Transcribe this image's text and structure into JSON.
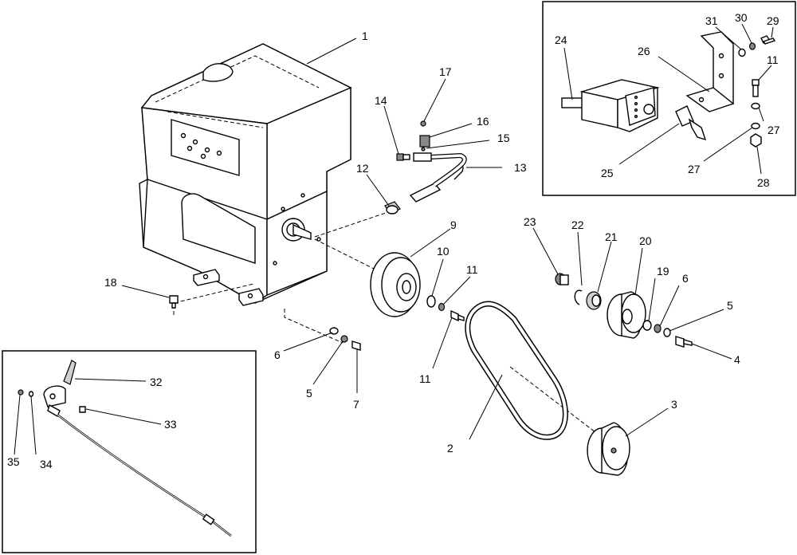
{
  "diagram": {
    "type": "exploded-parts-view",
    "callouts": [
      {
        "id": "label-1",
        "text": "1"
      },
      {
        "id": "label-2",
        "text": "2"
      },
      {
        "id": "label-3",
        "text": "3"
      },
      {
        "id": "label-4",
        "text": "4"
      },
      {
        "id": "label-5a",
        "text": "5"
      },
      {
        "id": "label-5b",
        "text": "5"
      },
      {
        "id": "label-6a",
        "text": "6"
      },
      {
        "id": "label-6b",
        "text": "6"
      },
      {
        "id": "label-7",
        "text": "7"
      },
      {
        "id": "label-9",
        "text": "9"
      },
      {
        "id": "label-10",
        "text": "10"
      },
      {
        "id": "label-11a",
        "text": "11"
      },
      {
        "id": "label-11b",
        "text": "11"
      },
      {
        "id": "label-11c",
        "text": "11"
      },
      {
        "id": "label-12",
        "text": "12"
      },
      {
        "id": "label-13",
        "text": "13"
      },
      {
        "id": "label-14",
        "text": "14"
      },
      {
        "id": "label-15",
        "text": "15"
      },
      {
        "id": "label-16",
        "text": "16"
      },
      {
        "id": "label-17",
        "text": "17"
      },
      {
        "id": "label-18",
        "text": "18"
      },
      {
        "id": "label-19",
        "text": "19"
      },
      {
        "id": "label-20",
        "text": "20"
      },
      {
        "id": "label-21",
        "text": "21"
      },
      {
        "id": "label-22",
        "text": "22"
      },
      {
        "id": "label-23",
        "text": "23"
      },
      {
        "id": "label-24",
        "text": "24"
      },
      {
        "id": "label-25",
        "text": "25"
      },
      {
        "id": "label-26",
        "text": "26"
      },
      {
        "id": "label-27a",
        "text": "27"
      },
      {
        "id": "label-27b",
        "text": "27"
      },
      {
        "id": "label-28",
        "text": "28"
      },
      {
        "id": "label-29",
        "text": "29"
      },
      {
        "id": "label-30",
        "text": "30"
      },
      {
        "id": "label-31",
        "text": "31"
      },
      {
        "id": "label-32",
        "text": "32"
      },
      {
        "id": "label-33",
        "text": "33"
      },
      {
        "id": "label-34",
        "text": "34"
      },
      {
        "id": "label-35",
        "text": "35"
      }
    ],
    "colors": {
      "line": "#000000",
      "background": "#ffffff",
      "shade": "#d0d0d0"
    }
  }
}
